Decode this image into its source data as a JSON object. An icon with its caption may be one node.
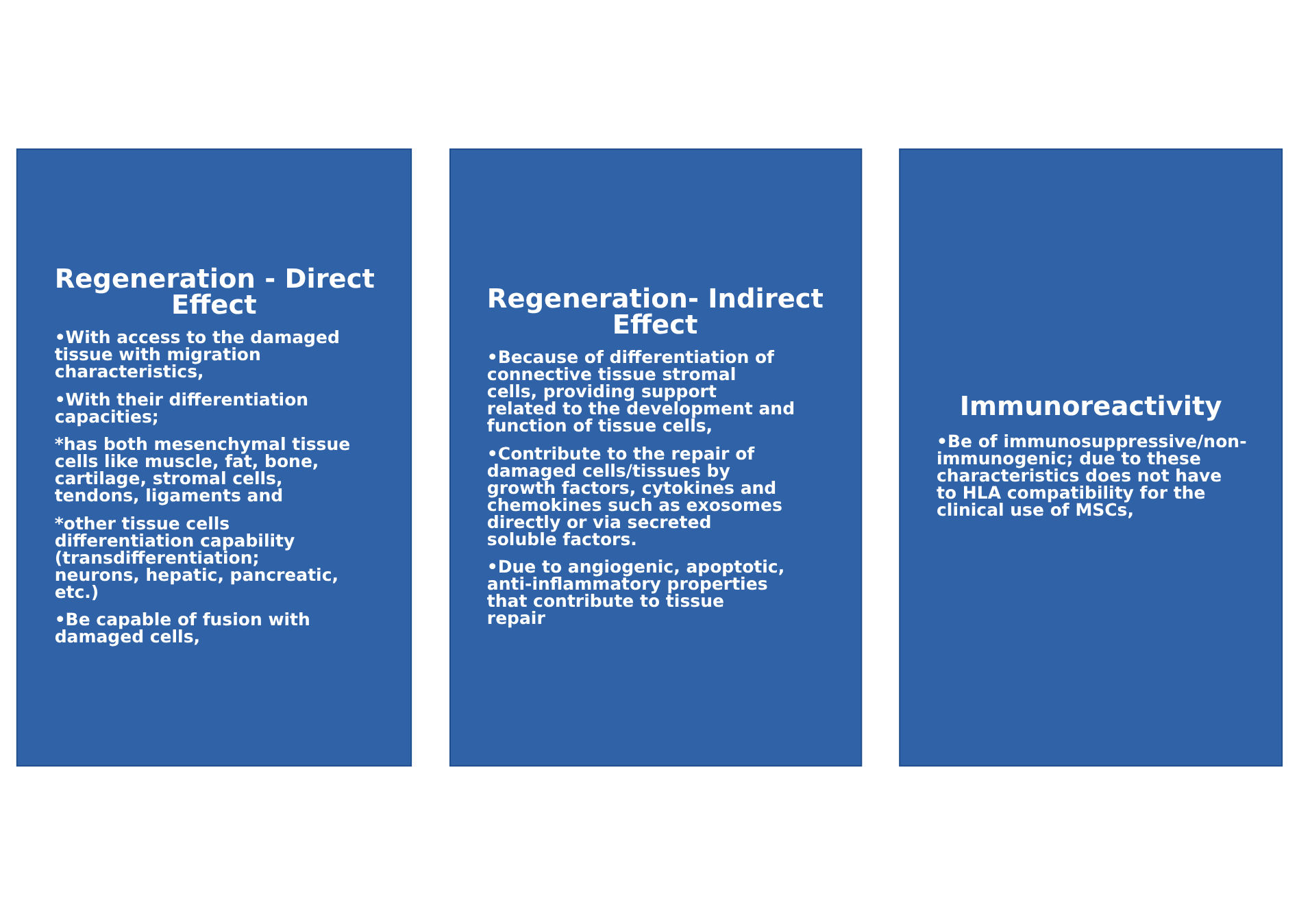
{
  "diagram": {
    "nodes": [
      {
        "text": [
          "Regeneration - Direct Effect",
          "•With access to the damaged tissue with migration characteristics,",
          "•With their differentiation capacities;",
          "*has both mesenchymal tissue cells like muscle, fat, bone, cartilage, stromal cells, tendons, ligaments and",
          "*other tissue cells differentiation capability (transdifferentiation; neurons, hepatic, pancreatic, etc.)",
          "•Be capable of fusion with damaged cells,"
        ]
      },
      {
        "text": [
          "Regeneration- Indirect Effect",
          "•Because of differentiation of connective tissue stromal cells, providing support related to the development and function of tissue cells,",
          "•Contribute to the repair of damaged cells/tissues by growth factors, cytokines and chemokines such as exosomes directly or via secreted soluble factors.",
          "•Due to angiogenic, apoptotic, anti-inflammatory properties that contribute to tissue repair"
        ]
      },
      {
        "text": [
          "Immunoreactivity",
          "•Be of immunosuppressive/non-immunogenic; due to these characteristics does not have to HLA compatibility for the clinical use of MSCs,"
        ]
      }
    ]
  }
}
